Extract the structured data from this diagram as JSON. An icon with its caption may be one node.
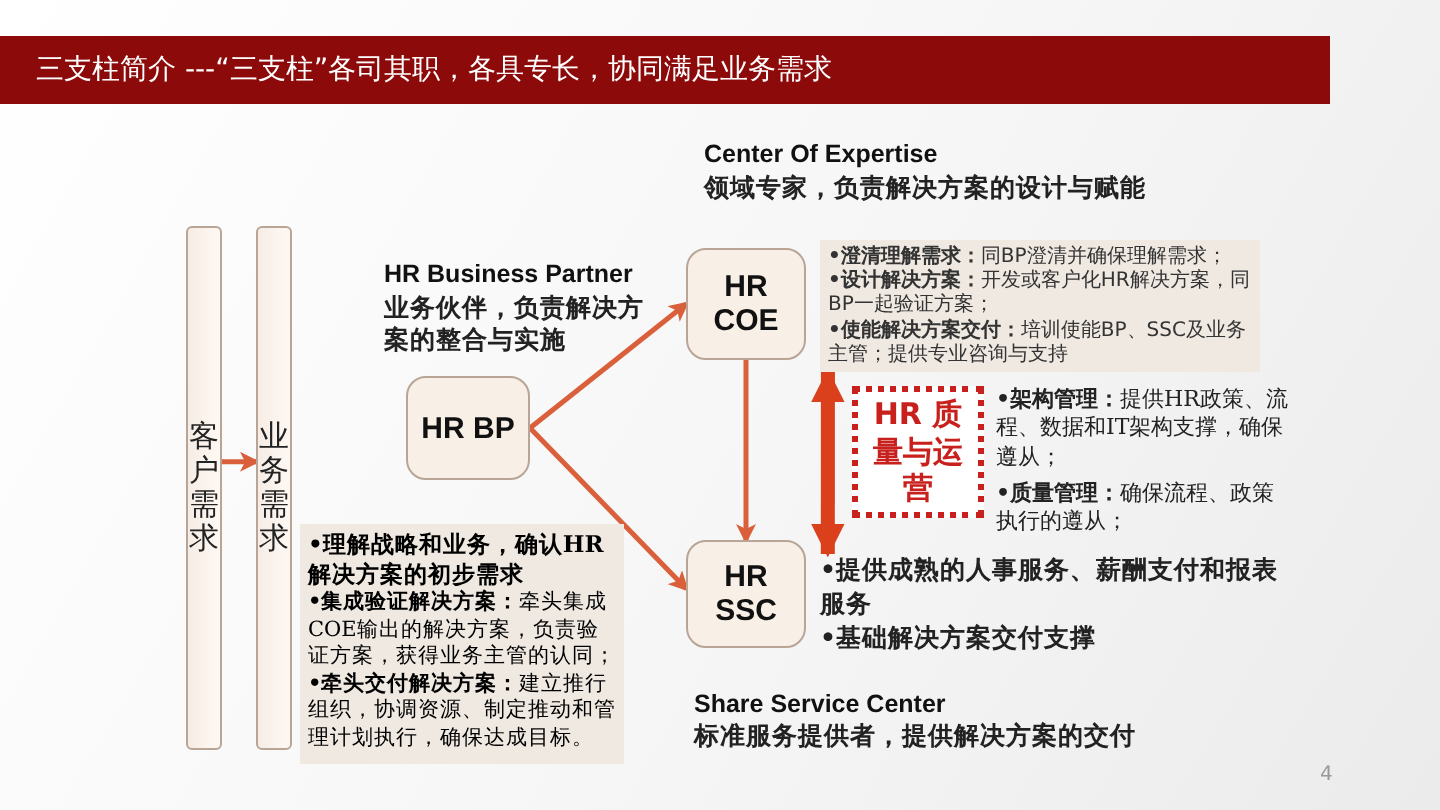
{
  "diagram": {
    "title": "三支柱简介 ---“三支柱”各司其职，各具专长，协同满足业务需求",
    "nodes": [
      {
        "text": [
          "客户需求"
        ]
      },
      {
        "text": [
          "业务需求"
        ]
      },
      {
        "text": [
          "HR BP"
        ],
        "beside": [
          "HR Business Partner",
          "业务伙伴，负责解决方案的整合与实施"
        ]
      },
      {
        "text": [
          "•理解战略和业务，确认HR解决方案的初步需求",
          "**•集成验证解决方案：**牵头集成COE输出的解决方案，负责验证方案，获得业务主管的认同；",
          "**•牵头交付解决方案：**建立推行组织，协调资源、制定推动和管理计划执行，确保达成目标。"
        ]
      },
      {
        "text": [
          "HR COE"
        ],
        "beside": [
          "Center Of Expertise",
          "领域专家，负责解决方案的设计与赋能"
        ]
      },
      {
        "text": [
          "**•澄清理解需求：**同BP澄清并确保理解需求；",
          "**•设计解决方案：**开发或客户化HR解决方案，同BP一起验证方案；",
          "**•使能解决方案交付：**培训使能BP、SSC及业务主管；提供专业咨询与支持"
        ]
      },
      {
        "text": [
          "HR SSC"
        ],
        "beside": [
          "Share Service Center",
          "标准服务提供者，提供解决方案的交付"
        ]
      },
      {
        "text": [
          "•提供成熟的人事服务、薪酬支付和报表服务",
          "•基础解决方案交付支撑"
        ]
      },
      {
        "text": [
          "HR 质量与运营"
        ],
        "beside": [
          "**•架构管理：**提供HR政策、流程、数据和IT架构支撑，确保遵从；",
          "**•质量管理：**确保流程、政策执行的遵从；"
        ]
      }
    ],
    "edges": [
      {
        "from": 0,
        "to": 1,
        "arrow": "to"
      },
      {
        "from": 2,
        "to": 4,
        "arrow": "to"
      },
      {
        "from": 2,
        "to": 6,
        "arrow": "to"
      },
      {
        "from": 4,
        "to": 6,
        "arrow": "to"
      },
      {
        "from": 5,
        "to": 7,
        "arrow": "both",
        "style": "thick",
        "color": "#d9401b"
      }
    ],
    "labels": [
      "4"
    ]
  }
}
